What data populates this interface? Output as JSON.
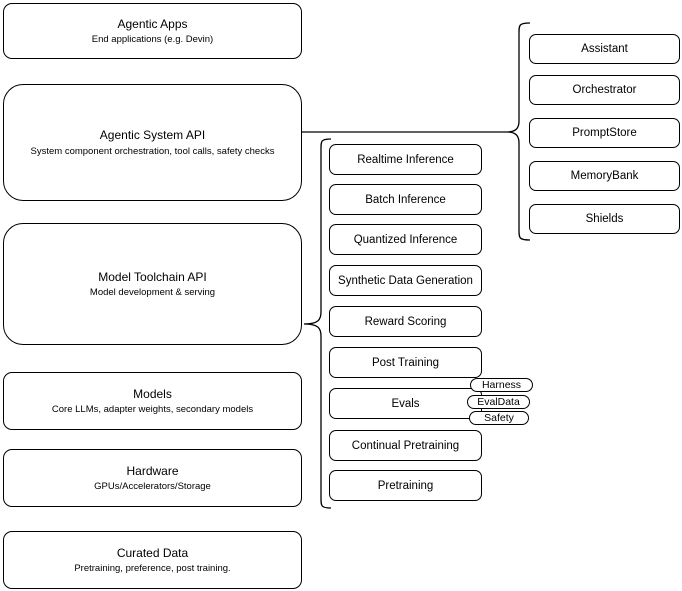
{
  "diagram": {
    "left_stack": [
      {
        "title": "Agentic Apps",
        "subtitle": "End applications (e.g. Devin)"
      },
      {
        "title": "Agentic System API",
        "subtitle": "System component orchestration, tool calls, safety checks"
      },
      {
        "title": "Model Toolchain API",
        "subtitle": "Model development & serving"
      },
      {
        "title": "Models",
        "subtitle": "Core LLMs, adapter weights, secondary models"
      },
      {
        "title": "Hardware",
        "subtitle": "GPUs/Accelerators/Storage"
      },
      {
        "title": "Curated Data",
        "subtitle": "Pretraining, preference, post training."
      }
    ],
    "toolchain_items": [
      "Realtime Inference",
      "Batch Inference",
      "Quantized Inference",
      "Synthetic Data Generation",
      "Reward Scoring",
      "Post Training",
      "Evals",
      "Continual Pretraining",
      "Pretraining"
    ],
    "eval_pills": [
      "Harness",
      "EvalData",
      "Safety"
    ],
    "system_components": [
      "Assistant",
      "Orchestrator",
      "PromptStore",
      "MemoryBank",
      "Shields"
    ],
    "colors": {
      "stroke": "#000000",
      "fill": "#ffffff",
      "text": "#000000"
    }
  }
}
